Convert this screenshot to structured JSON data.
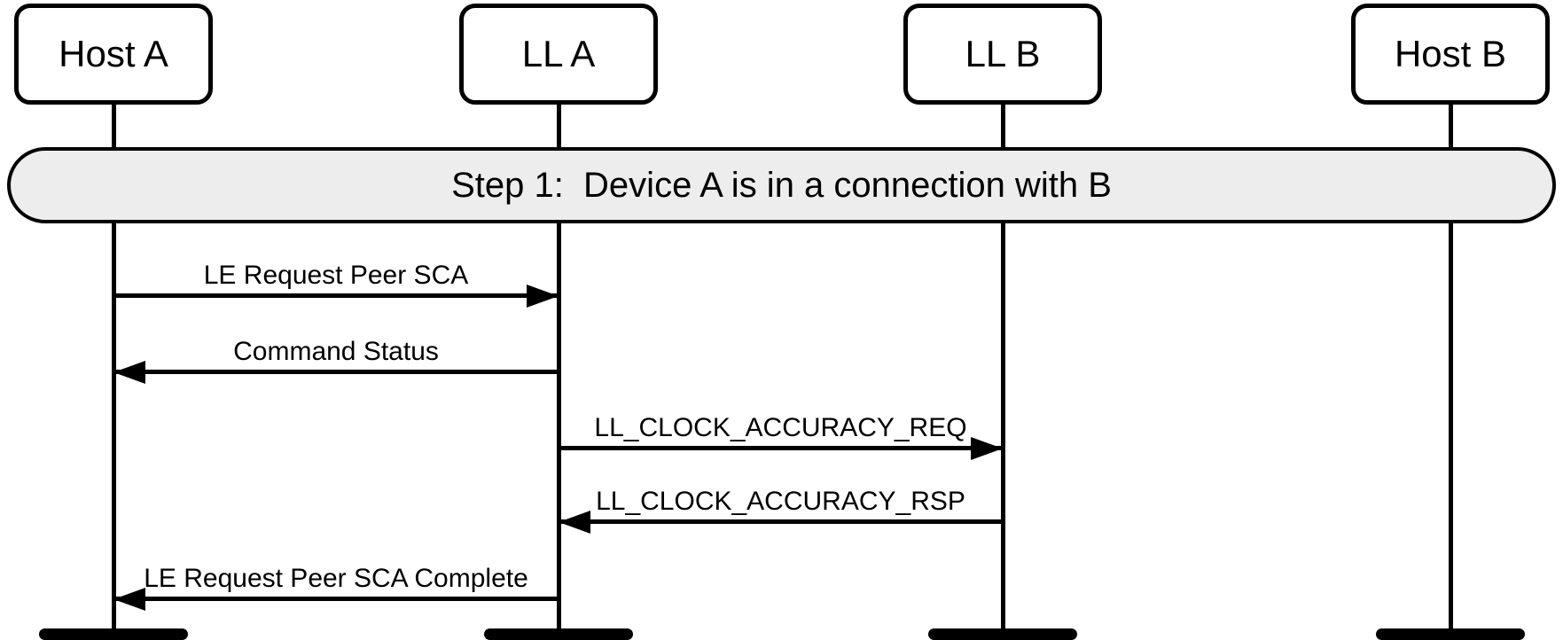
{
  "diagram": {
    "kind": "sequence-diagram",
    "participants": [
      {
        "id": "host-a",
        "label": "Host A"
      },
      {
        "id": "ll-a",
        "label": "LL A"
      },
      {
        "id": "ll-b",
        "label": "LL B"
      },
      {
        "id": "host-b",
        "label": "Host B"
      }
    ],
    "banner": {
      "label": "Step 1:  Device A is in a connection with B"
    },
    "messages": [
      {
        "label": "LE Request Peer SCA",
        "from": "Host A",
        "to": "LL A",
        "direction": "right"
      },
      {
        "label": "Command Status",
        "from": "LL A",
        "to": "Host A",
        "direction": "left"
      },
      {
        "label": "LL_CLOCK_ACCURACY_REQ",
        "from": "LL A",
        "to": "LL B",
        "direction": "right"
      },
      {
        "label": "LL_CLOCK_ACCURACY_RSP",
        "from": "LL B",
        "to": "LL A",
        "direction": "left"
      },
      {
        "label": "LE Request Peer SCA Complete",
        "from": "LL A",
        "to": "Host A",
        "direction": "left"
      }
    ],
    "colors": {
      "line": "#000000",
      "banner_fill": "#ededed",
      "background": "#ffffff"
    }
  }
}
